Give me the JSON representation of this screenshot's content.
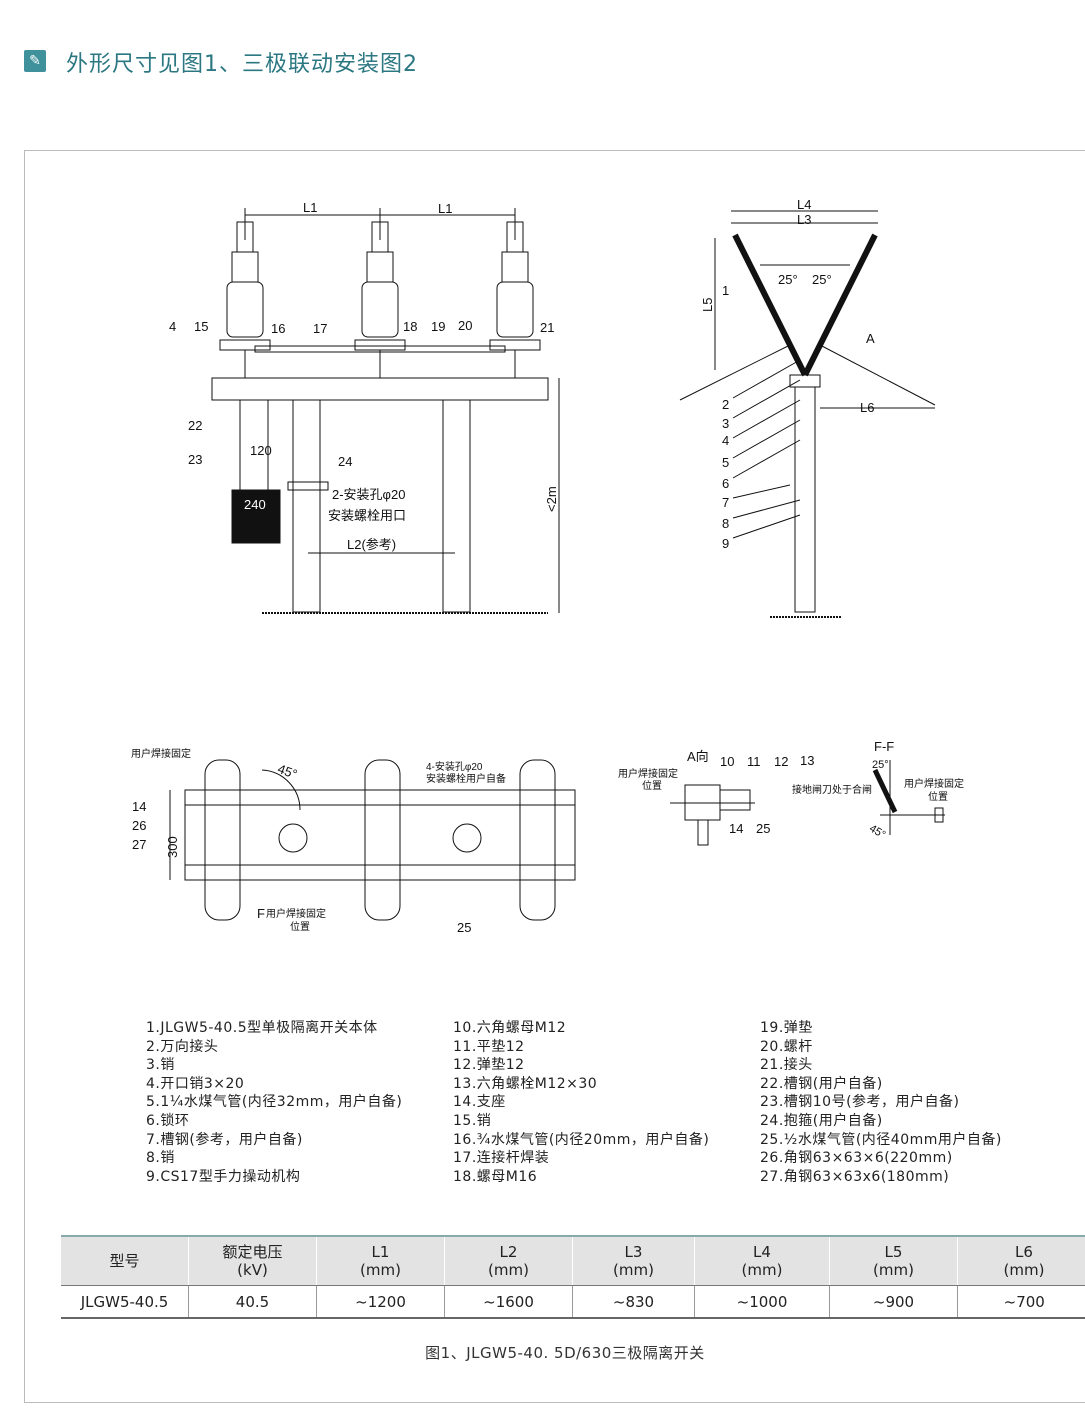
{
  "header": {
    "title": "外形尺寸见图1、三极联动安装图2",
    "icon": "edit-icon"
  },
  "drawing": {
    "front": {
      "dims": [
        "L1",
        "L1",
        "L2(参考)",
        "<2m",
        "120",
        "240"
      ],
      "labels": [
        "4",
        "15",
        "16",
        "17",
        "18",
        "19",
        "20",
        "21",
        "22",
        "23",
        "24"
      ],
      "notes": [
        "2-安装孔φ20",
        "安装螺栓用口"
      ]
    },
    "side": {
      "dims": [
        "L4",
        "L3",
        "L5",
        "L6",
        "25°",
        "25°"
      ],
      "labels": [
        "1",
        "A",
        "2",
        "3",
        "4",
        "5",
        "6",
        "7",
        "8",
        "9"
      ]
    },
    "plan": {
      "labels": [
        "14",
        "26",
        "27",
        "25",
        "300",
        "45°",
        "F"
      ],
      "notes": [
        "用户焊接固定",
        "4-安装孔φ20",
        "安装螺栓用户自备",
        "用户焊接固定",
        "位置"
      ]
    },
    "view_a": {
      "title": "A向",
      "labels": [
        "10",
        "11",
        "12",
        "13",
        "14",
        "25"
      ],
      "notes": [
        "用户焊接固定",
        "位置"
      ]
    },
    "section_f": {
      "title": "F-F",
      "labels": [
        "25°",
        "45°"
      ],
      "notes": [
        "接地闸刀处于合闸",
        "用户焊接固定",
        "位置"
      ]
    }
  },
  "parts": {
    "col1": [
      "1.JLGW5-40.5型单极隔离开关本体",
      "2.万向接头",
      "3.销",
      "4.开口销3×20",
      "5.1¼水煤气管(内径32mm，用户自备)",
      "6.锁环",
      "7.槽钢(参考，用户自备)",
      "8.销",
      "9.CS17型手力操动机构"
    ],
    "col2": [
      "10.六角螺母M12",
      "11.平垫12",
      "12.弹垫12",
      "13.六角螺栓M12×30",
      "14.支座",
      "15.销",
      "16.¾水煤气管(内径20mm，用户自备)",
      "17.连接杆焊装",
      "18.螺母M16"
    ],
    "col3": [
      "19.弹垫",
      "20.螺杆",
      "21.接头",
      "22.槽钢(用户自备)",
      "23.槽钢10号(参考，用户自备)",
      "24.抱箍(用户自备)",
      "25.½水煤气管(内径40mm用户自备)",
      "26.角钢63×63×6(220mm)",
      "27.角钢63×63x6(180mm)"
    ]
  },
  "table": {
    "headers": [
      [
        "型号",
        ""
      ],
      [
        "额定电压",
        "(kV)"
      ],
      [
        "L1",
        "(mm)"
      ],
      [
        "L2",
        "(mm)"
      ],
      [
        "L3",
        "(mm)"
      ],
      [
        "L4",
        "(mm)"
      ],
      [
        "L5",
        "(mm)"
      ],
      [
        "L6",
        "(mm)"
      ]
    ],
    "rows": [
      [
        "JLGW5-40.5",
        "40.5",
        "~1200",
        "~1600",
        "~830",
        "~1000",
        "~900",
        "~700"
      ]
    ]
  },
  "caption": "图1、JLGW5-40. 5D/630三极隔离开关",
  "colors": {
    "accent": "#3f929c",
    "title": "#2b7782"
  }
}
